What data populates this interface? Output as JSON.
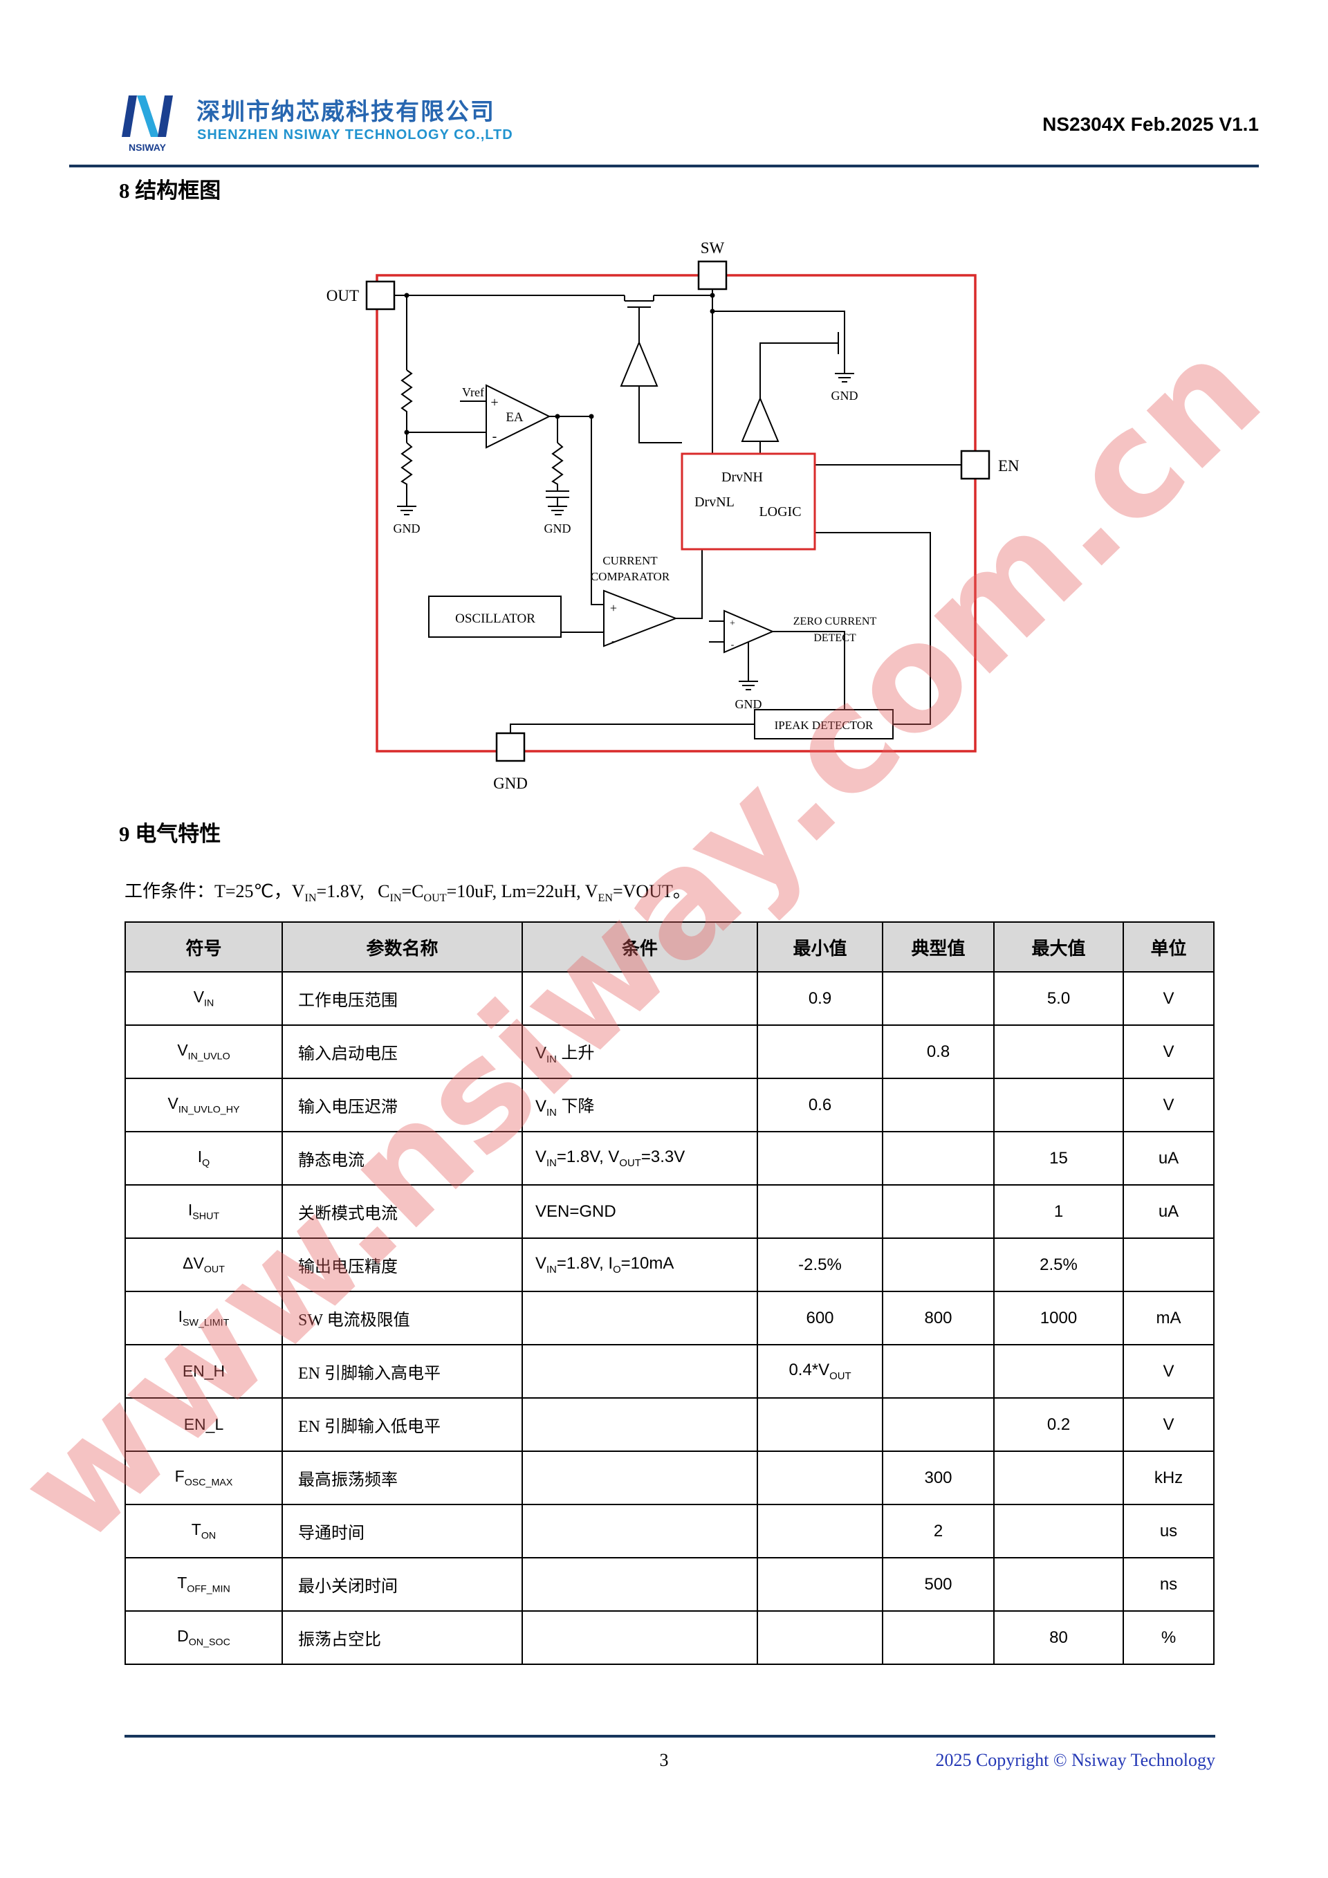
{
  "header": {
    "company_cn": "深圳市纳芯威科技有限公司",
    "company_en": "SHENZHEN NSIWAY TECHNOLOGY CO.,LTD",
    "logo_text": "NSIWAY",
    "doc_ref": "NS2304X Feb.2025 V1.1"
  },
  "watermark": "www.nsiway.com.cn",
  "section_block_diagram": {
    "title": "8 结构框图"
  },
  "diagram": {
    "pins": {
      "sw": "SW",
      "out": "OUT",
      "en": "EN",
      "gnd": "GND"
    },
    "labels": {
      "vref": "Vref",
      "ea": "EA",
      "plus": "+",
      "minus": "-",
      "gnd": "GND",
      "drvnh": "DrvNH",
      "drvnl": "DrvNL",
      "logic": "LOGIC",
      "current": "CURRENT",
      "comparator": "COMPARATOR",
      "oscillator": "OSCILLATOR",
      "zero_current": "ZERO CURRENT",
      "detect": "DETECT",
      "ipeak_detector": "IPEAK DETECTOR"
    }
  },
  "section_electrical": {
    "title": "9 电气特性",
    "conditions_html": "工作条件：T=25℃，V<sub>IN</sub>=1.8V,&nbsp;&nbsp;&nbsp;C<sub>IN</sub>=C<sub>OUT</sub>=10uF, Lm=22uH, V<sub>EN</sub>=VOUT。"
  },
  "table": {
    "headers": [
      "符号",
      "参数名称",
      "条件",
      "最小值",
      "典型值",
      "最大值",
      "单位"
    ],
    "rows": [
      [
        "V<sub>IN</sub>",
        "工作电压范围",
        "",
        "0.9",
        "",
        "5.0",
        "V"
      ],
      [
        "V<sub>IN_UVLO</sub>",
        "输入启动电压",
        "V<sub>IN</sub> 上升",
        "",
        "0.8",
        "",
        "V"
      ],
      [
        "V<sub>IN_UVLO_HY</sub>",
        "输入电压迟滞",
        "V<sub>IN</sub> 下降",
        "0.6",
        "",
        "",
        "V"
      ],
      [
        "I<sub>Q</sub>",
        "静态电流",
        "V<sub>IN</sub>=1.8V, V<sub>OUT</sub>=3.3V",
        "",
        "",
        "15",
        "uA"
      ],
      [
        "I<sub>SHUT</sub>",
        "关断模式电流",
        "VEN=GND",
        "",
        "",
        "1",
        "uA"
      ],
      [
        "ΔV<sub>OUT</sub>",
        "输出电压精度",
        "V<sub>IN</sub>=1.8V, I<sub>O</sub>=10mA",
        "-2.5%",
        "",
        "2.5%",
        ""
      ],
      [
        "I<sub>SW_LIMIT</sub>",
        "SW 电流极限值",
        "",
        "600",
        "800",
        "1000",
        "mA"
      ],
      [
        "EN_H",
        "EN 引脚输入高电平",
        "",
        "0.4*V<sub>OUT</sub>",
        "",
        "",
        "V"
      ],
      [
        "EN_L",
        "EN 引脚输入低电平",
        "",
        "",
        "",
        "0.2",
        "V"
      ],
      [
        "F<sub>OSC_MAX</sub>",
        "最高振荡频率",
        "",
        "",
        "300",
        "",
        "kHz"
      ],
      [
        "T<sub>ON</sub>",
        "导通时间",
        "",
        "",
        "2",
        "",
        "us"
      ],
      [
        "T<sub>OFF_MIN</sub>",
        "最小关闭时间",
        "",
        "",
        "500",
        "",
        "ns"
      ],
      [
        "D<sub>ON_SOC</sub>",
        "振荡占空比",
        "",
        "",
        "",
        "80",
        "%"
      ]
    ]
  },
  "footer": {
    "page_number": "3",
    "copyright": "2025 Copyright © Nsiway Technology"
  }
}
